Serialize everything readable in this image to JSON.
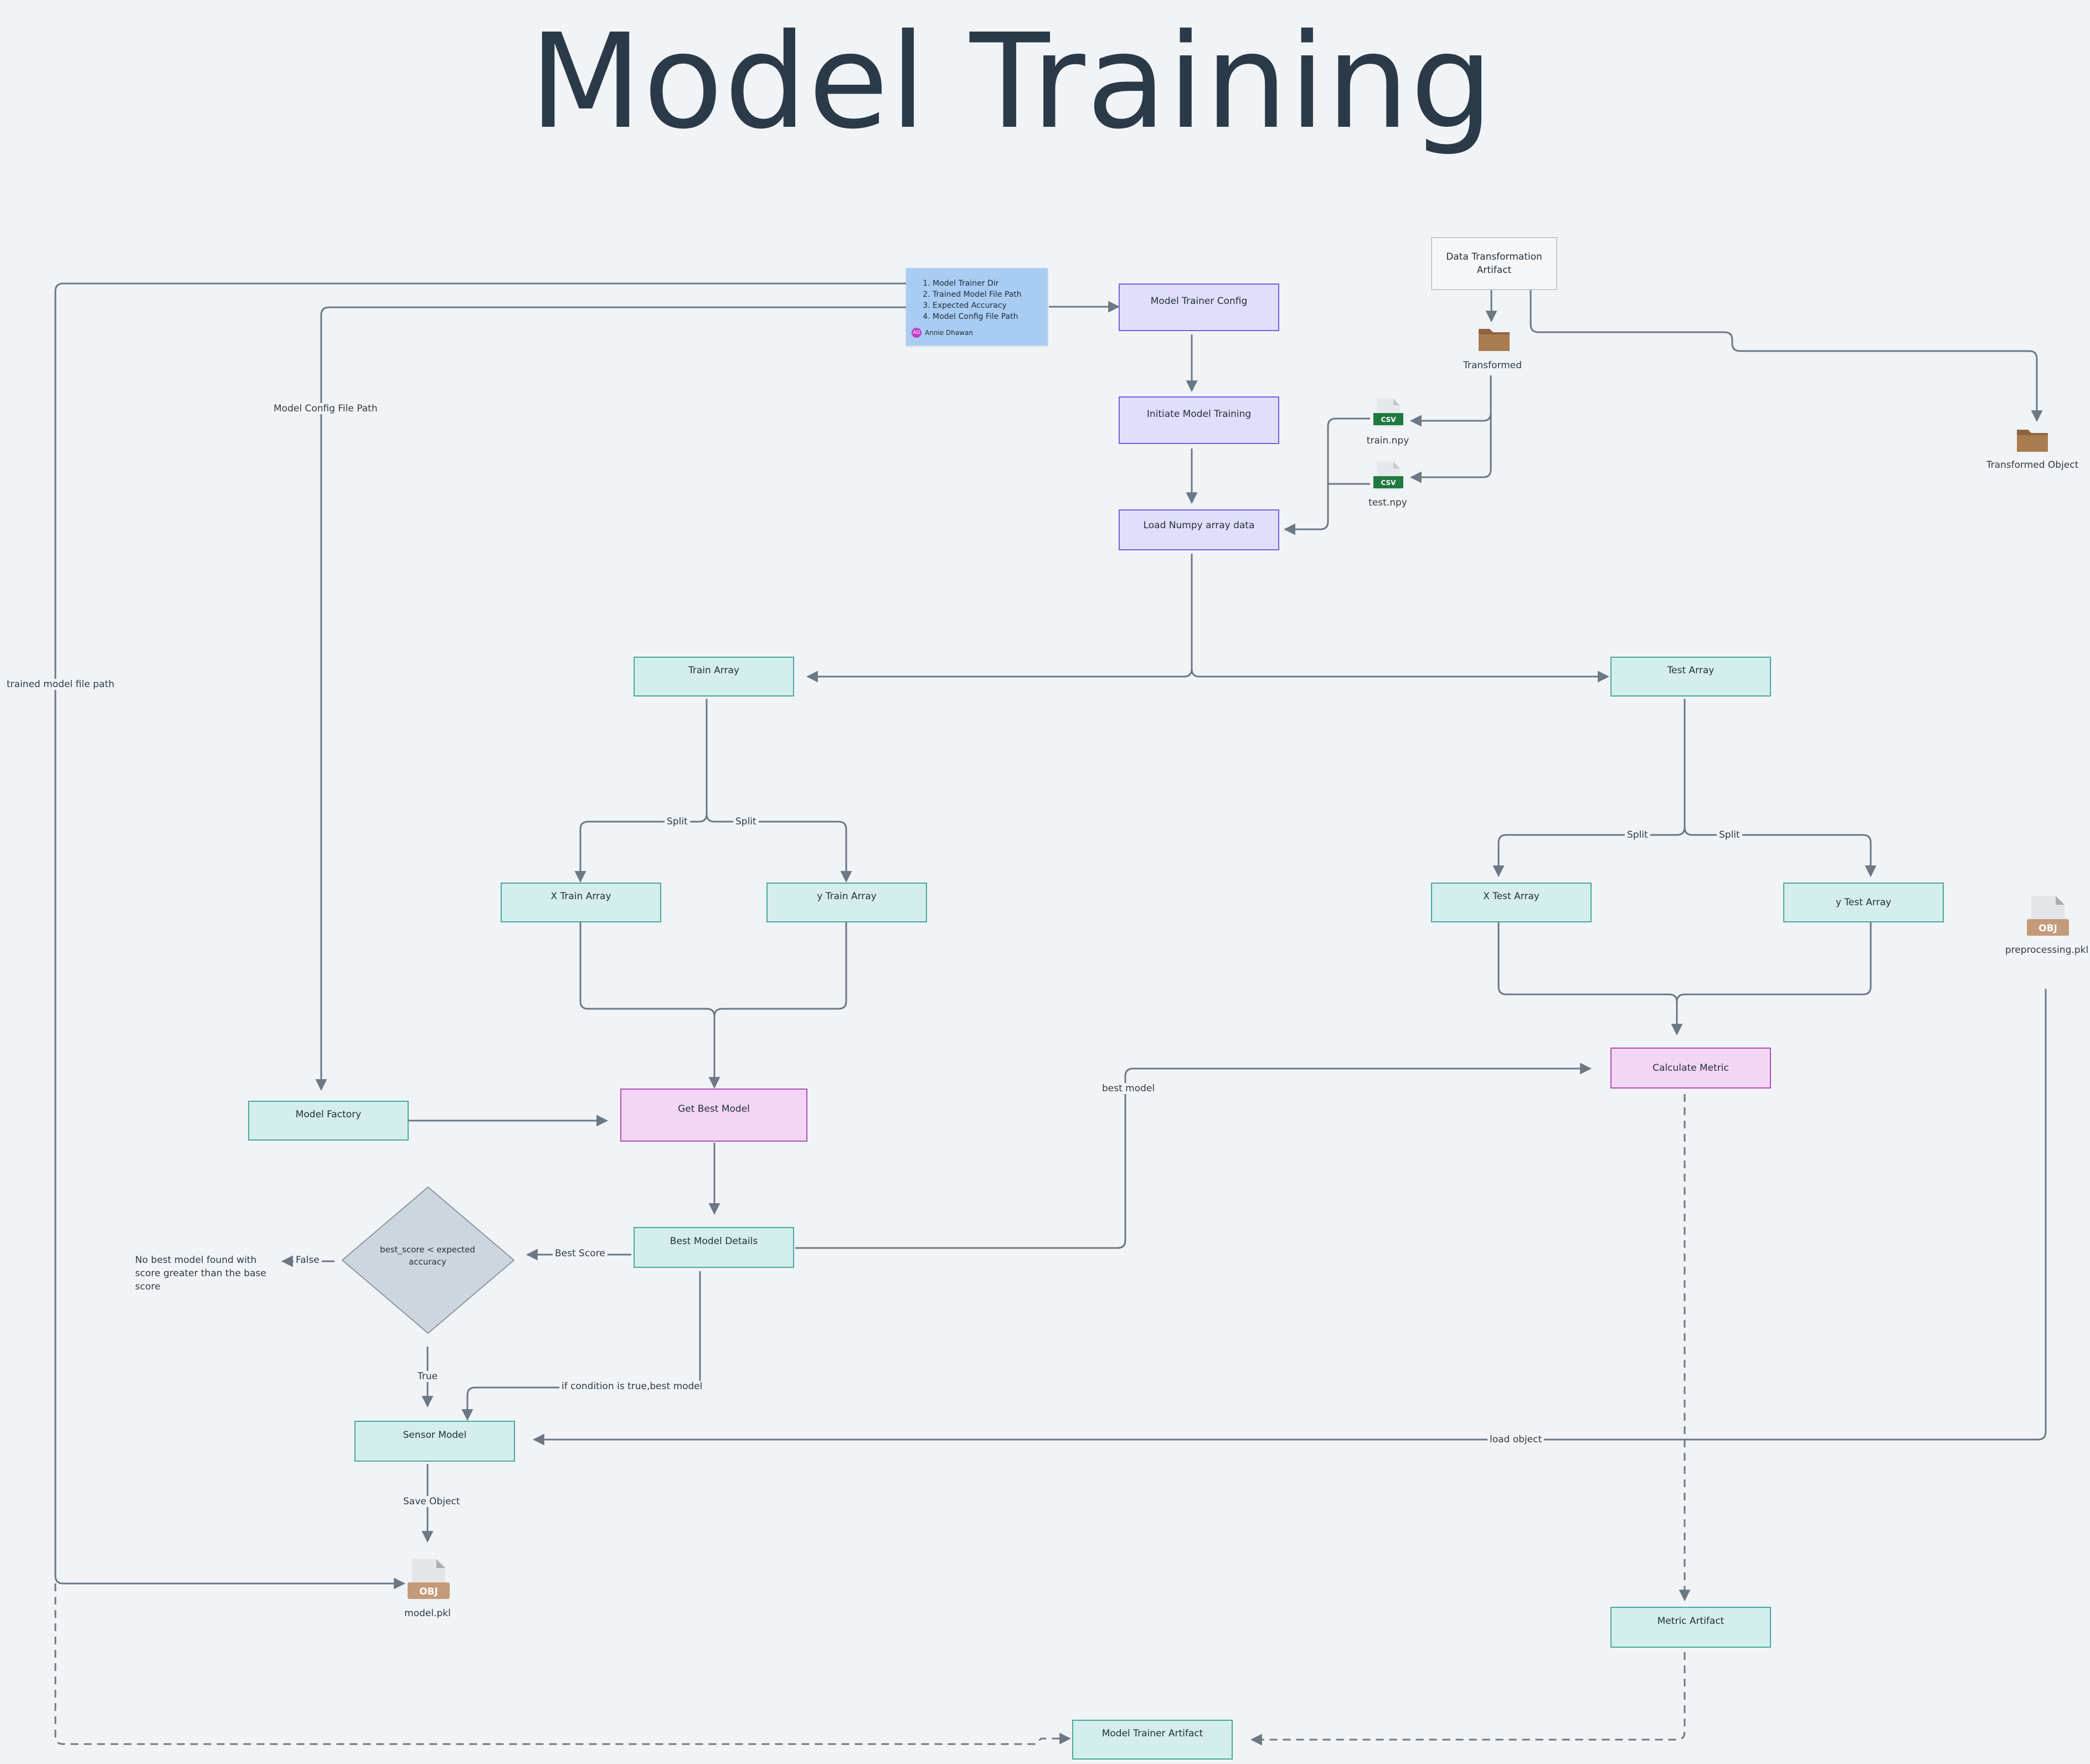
{
  "title": "Model Training",
  "note": {
    "items": [
      "Model Trainer Dir",
      "Trained Model File Path",
      "Expected Accuracy",
      "Model Config File Path"
    ],
    "author_initials": "AD",
    "author": "Annie Dhawan"
  },
  "nodes": {
    "data_transformation_artifact": "Data Transformation Artifact",
    "model_trainer_config": "Model Trainer Config",
    "initiate_model_training": "Initiate Model Training",
    "load_numpy_array_data": "Load Numpy array data",
    "train_array": "Train Array",
    "test_array": "Test Array",
    "x_train_array": "X Train Array",
    "y_train_array": "y Train Array",
    "x_test_array": "X Test Array",
    "y_test_array": "y Test Array",
    "model_factory": "Model Factory",
    "get_best_model": "Get Best Model",
    "calculate_metric": "Calculate Metric",
    "best_model_details": "Best Model Details",
    "decision": "best_score < expected accuracy",
    "sensor_model": "Sensor Model",
    "metric_artifact": "Metric Artifact",
    "model_trainer_artifact": "Model Trainer Artifact",
    "no_best_model": "No best model found with score greater than the base score"
  },
  "files": {
    "transformed": "Transformed",
    "train_npy": "train.npy",
    "test_npy": "test.npy",
    "transformed_object": "Transformed Object",
    "preprocessing_pkl": "preprocessing.pkl",
    "model_pkl": "model.pkl",
    "csv_tag": "CSV",
    "obj_tag": "OBJ"
  },
  "edge_labels": {
    "model_config_file_path": "Model Config File Path",
    "trained_model_file_path": "trained model file path",
    "split": "Split",
    "best_model": "best model",
    "best_score": "Best Score",
    "false": "False",
    "true": "True",
    "if_condition": "if condition is true,best model",
    "load_object": "load object",
    "save_object": "Save Object"
  },
  "colors": {
    "background": "#f1f4f7",
    "teal_fill": "#d3eeec",
    "lavender_fill": "#e1defc",
    "pink_fill": "#f3d6f3",
    "note_fill": "#a9cdf2",
    "edge": "#6c7884",
    "csv_green": "#1f7a3f",
    "obj_tan": "#c39a7a",
    "folder_brown": "#a97b50"
  }
}
